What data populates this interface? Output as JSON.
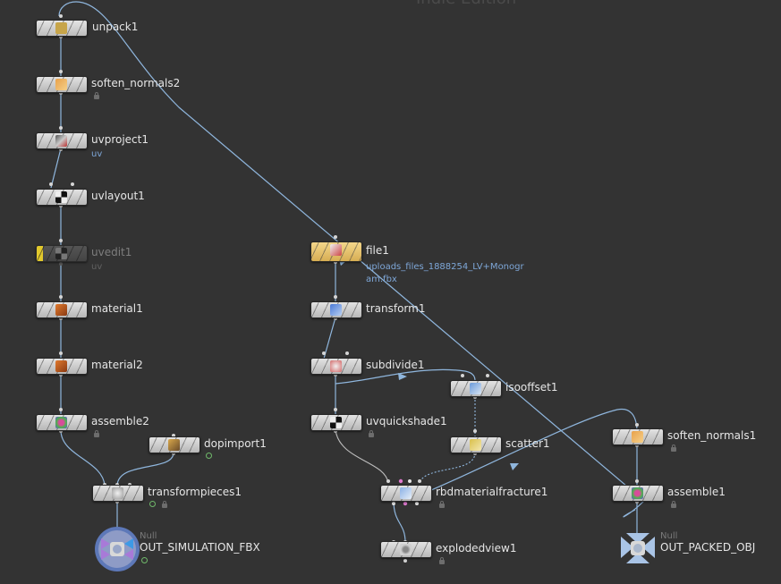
{
  "watermark": "Indie Edition",
  "nodes": {
    "unpack1": {
      "label": "unpack1"
    },
    "soften_normals2": {
      "label": "soften_normals2"
    },
    "uvproject1": {
      "label": "uvproject1",
      "sub": "uv"
    },
    "uvlayout1": {
      "label": "uvlayout1"
    },
    "uvedit1": {
      "label": "uvedit1",
      "sub": "uv"
    },
    "material1": {
      "label": "material1"
    },
    "material2": {
      "label": "material2"
    },
    "assemble2": {
      "label": "assemble2"
    },
    "dopimport1": {
      "label": "dopimport1"
    },
    "transformpieces1": {
      "label": "transformpieces1"
    },
    "out_simulation": {
      "label": "OUT_SIMULATION_FBX",
      "type": "Null"
    },
    "file1": {
      "label": "file1",
      "sub_line1": "uploads_files_1888254_LV+Monogr",
      "sub_line2": "am.fbx"
    },
    "transform1": {
      "label": "transform1"
    },
    "subdivide1": {
      "label": "subdivide1"
    },
    "isooffset1": {
      "label": "isooffset1"
    },
    "uvquickshade1": {
      "label": "uvquickshade1"
    },
    "scatter1": {
      "label": "scatter1"
    },
    "rbdmaterialfracture1": {
      "label": "rbdmaterialfracture1"
    },
    "explodedview1": {
      "label": "explodedview1"
    },
    "soften_normals1": {
      "label": "soften_normals1"
    },
    "assemble1": {
      "label": "assemble1"
    },
    "out_packed": {
      "label": "OUT_PACKED_OBJ",
      "type": "Null"
    }
  },
  "colors": {
    "background": "#333333",
    "wire": "#8fb6dd",
    "wire_grey": "#9a9a9a",
    "node_body": "#c9c9c9",
    "selected_node": "#e8c36a",
    "bypass_flag": "#e2c92c",
    "sub_label": "#7ea7d8",
    "null_purple": "#9a6fd0"
  }
}
